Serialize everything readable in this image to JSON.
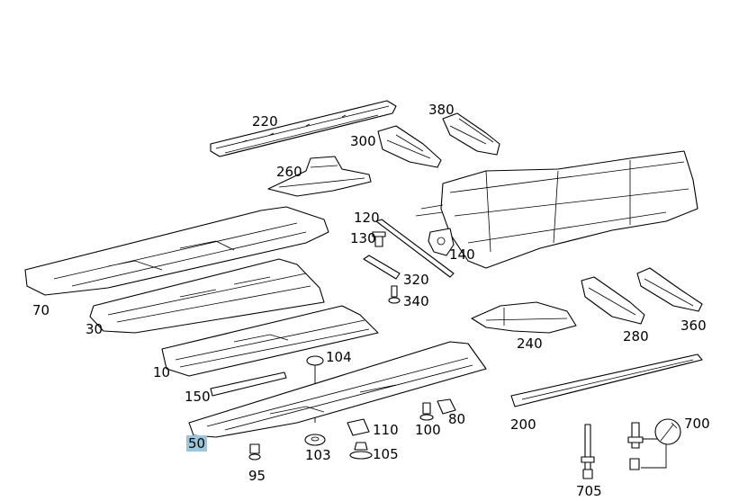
{
  "diagram": {
    "highlight_color": "#9ac7dc",
    "line_color": "#000000",
    "callouts": [
      {
        "id": "220",
        "label": "220",
        "active": false
      },
      {
        "id": "380",
        "label": "380",
        "active": false
      },
      {
        "id": "300",
        "label": "300",
        "active": false
      },
      {
        "id": "260",
        "label": "260",
        "active": false
      },
      {
        "id": "120",
        "label": "120",
        "active": false
      },
      {
        "id": "130",
        "label": "130",
        "active": false
      },
      {
        "id": "140",
        "label": "140",
        "active": false
      },
      {
        "id": "320",
        "label": "320",
        "active": false
      },
      {
        "id": "340",
        "label": "340",
        "active": false
      },
      {
        "id": "70",
        "label": "70",
        "active": false
      },
      {
        "id": "30",
        "label": "30",
        "active": false
      },
      {
        "id": "10",
        "label": "10",
        "active": false
      },
      {
        "id": "150",
        "label": "150",
        "active": false
      },
      {
        "id": "104",
        "label": "104",
        "active": false
      },
      {
        "id": "240",
        "label": "240",
        "active": false
      },
      {
        "id": "280",
        "label": "280",
        "active": false
      },
      {
        "id": "360",
        "label": "360",
        "active": false
      },
      {
        "id": "200",
        "label": "200",
        "active": false
      },
      {
        "id": "80",
        "label": "80",
        "active": false
      },
      {
        "id": "110",
        "label": "110",
        "active": false
      },
      {
        "id": "100",
        "label": "100",
        "active": false
      },
      {
        "id": "105",
        "label": "105",
        "active": false
      },
      {
        "id": "103",
        "label": "103",
        "active": false
      },
      {
        "id": "95",
        "label": "95",
        "active": false
      },
      {
        "id": "50",
        "label": "50",
        "active": true
      },
      {
        "id": "700",
        "label": "700",
        "active": false
      },
      {
        "id": "705",
        "label": "705",
        "active": false
      }
    ]
  }
}
